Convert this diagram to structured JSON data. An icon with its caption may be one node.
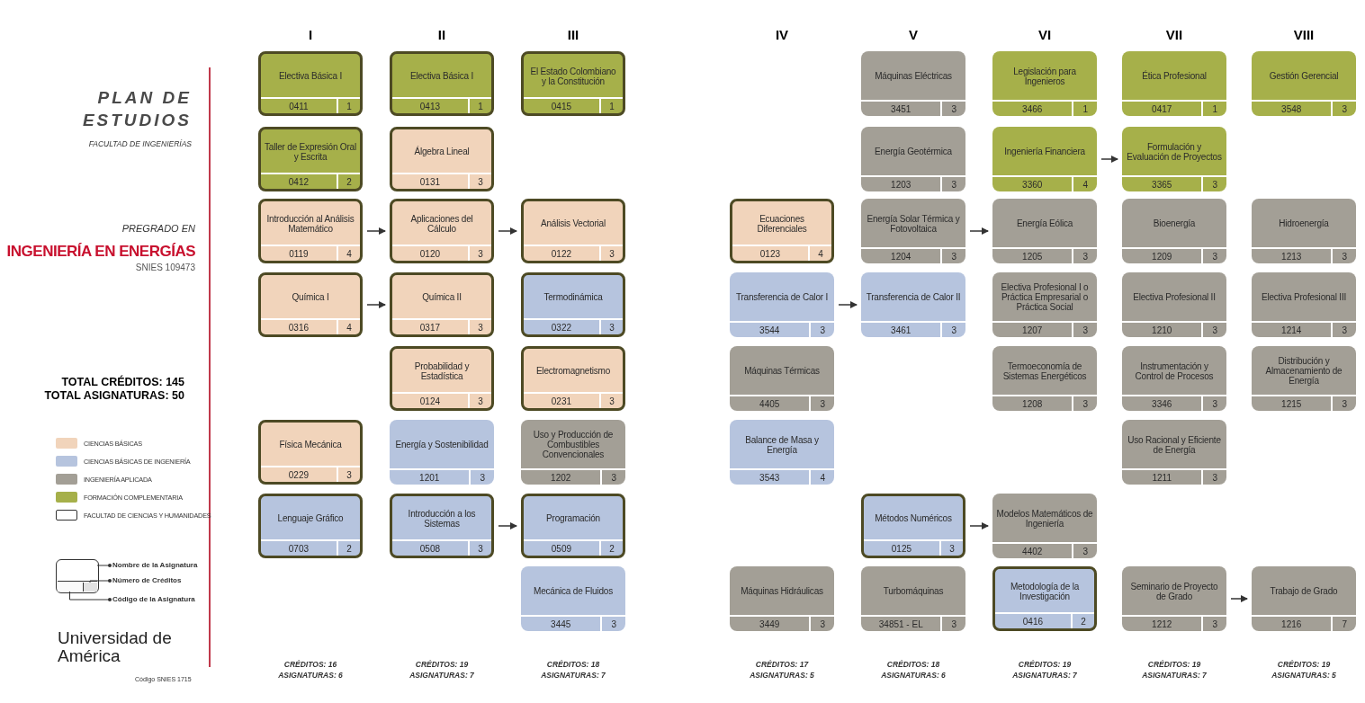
{
  "diagram": {
    "title": "PLAN DE ESTUDIOS",
    "nodes": [
      {
        "text": [
          "Electiva Básica I",
          "0411",
          "1"
        ]
      },
      {
        "text": [
          "Taller de Expresión Oral y Escrita",
          "0412",
          "2"
        ]
      },
      {
        "text": [
          "Introducción al Análisis Matemático",
          "0119",
          "4"
        ]
      },
      {
        "text": [
          "Química I",
          "0316",
          "4"
        ]
      },
      {
        "text": [
          "Física Mecánica",
          "0229",
          "3"
        ]
      },
      {
        "text": [
          "Lenguaje Gráfico",
          "0703",
          "2"
        ]
      },
      {
        "text": [
          "Electiva Básica I",
          "0413",
          "1"
        ]
      },
      {
        "text": [
          "Álgebra Lineal",
          "0131",
          "3"
        ]
      },
      {
        "text": [
          "Aplicaciones del Cálculo",
          "0120",
          "3"
        ]
      },
      {
        "text": [
          "Química II",
          "0317",
          "3"
        ]
      },
      {
        "text": [
          "Probabilidad y Estadística",
          "0124",
          "3"
        ]
      },
      {
        "text": [
          "Energía y Sostenibilidad",
          "1201",
          "3"
        ]
      },
      {
        "text": [
          "Introducción a los Sistemas",
          "0508",
          "3"
        ]
      },
      {
        "text": [
          "El Estado Colombiano y la Constitución",
          "0415",
          "1"
        ]
      },
      {
        "text": [
          "Análisis Vectorial",
          "0122",
          "3"
        ]
      },
      {
        "text": [
          "Termodinámica",
          "0322",
          "3"
        ]
      },
      {
        "text": [
          "Electromagnetismo",
          "0231",
          "3"
        ]
      },
      {
        "text": [
          "Uso y Producción de Combustibles Convencionales",
          "1202",
          "3"
        ]
      },
      {
        "text": [
          "Programación",
          "0509",
          "2"
        ]
      },
      {
        "text": [
          "Mecánica de Fluidos",
          "3445",
          "3"
        ]
      },
      {
        "text": [
          "Ecuaciones Diferenciales",
          "0123",
          "4"
        ]
      },
      {
        "text": [
          "Transferencia de Calor I",
          "3544",
          "3"
        ]
      },
      {
        "text": [
          "Máquinas Térmicas",
          "4405",
          "3"
        ]
      },
      {
        "text": [
          "Balance de Masa y Energía",
          "3543",
          "4"
        ]
      },
      {
        "text": [
          "Máquinas Hidráulicas",
          "3449",
          "3"
        ]
      },
      {
        "text": [
          "Máquinas Eléctricas",
          "3451",
          "3"
        ]
      },
      {
        "text": [
          "Energía Geotérmica",
          "1203",
          "3"
        ]
      },
      {
        "text": [
          "Energía Solar Térmica y Fotovoltaica",
          "1204",
          "3"
        ]
      },
      {
        "text": [
          "Transferencia de Calor II",
          "3461",
          "3"
        ]
      },
      {
        "text": [
          "Métodos Numéricos",
          "0125",
          "3"
        ]
      },
      {
        "text": [
          "Turbomáquinas",
          "34851 - EL",
          "3"
        ]
      },
      {
        "text": [
          "Legislación para Ingenieros",
          "3466",
          "1"
        ]
      },
      {
        "text": [
          "Ingeniería Financiera",
          "3360",
          "4"
        ]
      },
      {
        "text": [
          "Energía Eólica",
          "1205",
          "3"
        ]
      },
      {
        "text": [
          "Electiva Profesional I o Práctica Empresarial o Práctica Social",
          "1207",
          "3"
        ]
      },
      {
        "text": [
          "Termoeconomía de Sistemas Energéticos",
          "1208",
          "3"
        ]
      },
      {
        "text": [
          "Modelos Matemáticos de Ingeniería",
          "4402",
          "3"
        ]
      },
      {
        "text": [
          "Metodología de la Investigación",
          "0416",
          "2"
        ]
      },
      {
        "text": [
          "Ética Profesional",
          "0417",
          "1"
        ]
      },
      {
        "text": [
          "Formulación y Evaluación de Proyectos",
          "3365",
          "3"
        ]
      },
      {
        "text": [
          "Bioenergía",
          "1209",
          "3"
        ]
      },
      {
        "text": [
          "Electiva Profesional II",
          "1210",
          "3"
        ]
      },
      {
        "text": [
          "Instrumentación y Control de Procesos",
          "3346",
          "3"
        ]
      },
      {
        "text": [
          "Uso Racional y Eficiente de Energía",
          "1211",
          "3"
        ]
      },
      {
        "text": [
          "Seminario de Proyecto de Grado",
          "1212",
          "3"
        ]
      },
      {
        "text": [
          "Gestión Gerencial",
          "3548",
          "3"
        ]
      },
      {
        "text": [
          "Hidroenergía",
          "1213",
          "3"
        ]
      },
      {
        "text": [
          "Electiva Profesional III",
          "1214",
          "3"
        ]
      },
      {
        "text": [
          "Distribución y Almacenamiento de Energía",
          "1215",
          "3"
        ]
      },
      {
        "text": [
          "Trabajo de Grado",
          "1216",
          "7"
        ]
      },
      {
        "text": [],
        "shape": "box"
      },
      {
        "text": [],
        "shape": "box",
        "in": 50
      },
      {
        "text": [],
        "shape": "box",
        "in": 50
      },
      {
        "text": [],
        "shape": "box",
        "in": 50
      },
      {
        "text": [
          "Nombre de la Asignatura"
        ]
      },
      {
        "text": [
          "Número de Créditos"
        ]
      },
      {
        "text": [
          "Código de la Asignatura"
        ]
      }
    ],
    "edges": [
      {
        "from": 2,
        "to": 8,
        "arrow": "to"
      },
      {
        "from": 8,
        "to": 14,
        "arrow": "to"
      },
      {
        "from": 3,
        "to": 9,
        "arrow": "to"
      },
      {
        "from": 12,
        "to": 18,
        "arrow": "to"
      },
      {
        "from": 21,
        "to": 28,
        "arrow": "to"
      },
      {
        "from": 27,
        "to": 33,
        "arrow": "to"
      },
      {
        "from": 29,
        "to": 36,
        "arrow": "to"
      },
      {
        "from": 32,
        "to": 39,
        "arrow": "to"
      },
      {
        "from": 44,
        "to": 49,
        "arrow": "to"
      },
      {
        "from": 54,
        "to": 51,
        "arrow": "other"
      },
      {
        "from": 55,
        "to": 53,
        "arrow": "other"
      },
      {
        "from": 56,
        "to": 52,
        "arrow": "other"
      }
    ],
    "labels": [
      "I",
      "II",
      "III",
      "IV",
      "V",
      "VI",
      "VII",
      "VIII",
      "FACULTAD DE INGENIERÍAS",
      "PREGRADO EN",
      "INGENIERÍA EN ENERGÍAS",
      "SNIES 109473",
      "TOTAL CRÉDITOS: 145",
      "TOTAL ASIGNATURAS: 50",
      "Universidad de América",
      "Código SNIES 1715",
      "CRÉDITOS: 16",
      "ASIGNATURAS: 6",
      "CRÉDITOS: 19",
      "ASIGNATURAS: 7",
      "CRÉDITOS: 18",
      "ASIGNATURAS: 7",
      "CRÉDITOS: 17",
      "ASIGNATURAS: 5",
      "CRÉDITOS: 18",
      "ASIGNATURAS: 6",
      "CRÉDITOS: 19",
      "ASIGNATURAS: 7",
      "CRÉDITOS: 19",
      "ASIGNATURAS: 7",
      "CRÉDITOS: 19",
      "ASIGNATURAS: 5"
    ],
    "legend": [
      {
        "text": "CIENCIAS BÁSICAS",
        "color": "#f1d4bb"
      },
      {
        "text": "CIENCIAS BÁSICAS DE INGENIERÍA",
        "color": "#b6c4de"
      },
      {
        "text": "INGENIERÍA APLICADA",
        "color": "#a39f96"
      },
      {
        "text": "FORMACIÓN COMPLEMENTARIA",
        "color": "#a6b04a"
      },
      {
        "text": "FACULTAD DE CIENCIAS Y HUMANIDADES"
      }
    ]
  }
}
